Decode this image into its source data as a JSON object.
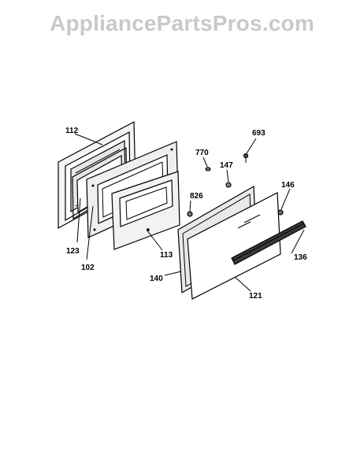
{
  "watermark": "AppliancePartsPros.com",
  "labels": {
    "p112": "112",
    "p123": "123",
    "p102": "102",
    "p113": "113",
    "p826": "826",
    "p770": "770",
    "p147": "147",
    "p693": "693",
    "p146": "146",
    "p136": "136",
    "p121": "121",
    "p140": "140"
  }
}
